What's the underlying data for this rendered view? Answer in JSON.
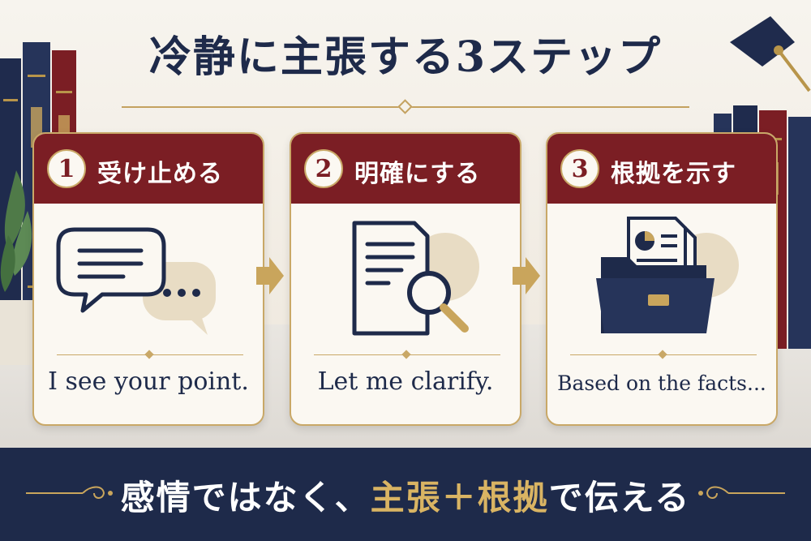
{
  "title": "冷静に主張する3ステップ",
  "steps": [
    {
      "number": "1",
      "label": "受け止める",
      "caption": "I see your point.",
      "icon": "speech-bubbles-icon"
    },
    {
      "number": "2",
      "label": "明確にする",
      "caption": "Let me clarify.",
      "icon": "document-magnifier-icon"
    },
    {
      "number": "3",
      "label": "根拠を示す",
      "caption": "Based on the facts...",
      "icon": "folder-documents-icon"
    }
  ],
  "footer": {
    "part1": "感情ではなく、",
    "highlight1": "主張",
    "plus": "＋",
    "highlight2": "根拠",
    "part2": "で伝える"
  },
  "colors": {
    "navy": "#1e2a4a",
    "burgundy": "#7b1e24",
    "gold": "#c9a867",
    "cream": "#fbf8f2"
  }
}
